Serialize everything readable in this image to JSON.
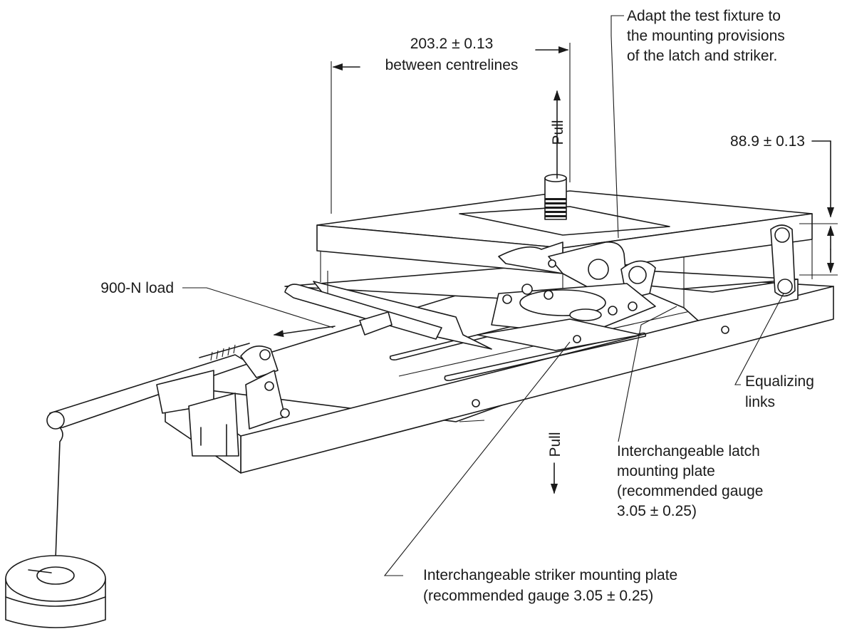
{
  "labels": {
    "dim_between_centrelines_value": "203.2 ± 0.13",
    "dim_between_centrelines_text": "between centrelines",
    "adapt_line1": "Adapt the test fixture to",
    "adapt_line2": "the mounting provisions",
    "adapt_line3": "of the latch and striker.",
    "pull_top": "Pull",
    "pull_bottom": "Pull",
    "dim_height": "88.9 ± 0.13",
    "load": "900-N load",
    "equalizing_line1": "Equalizing",
    "equalizing_line2": "links",
    "latch_plate_line1": "Interchangeable latch",
    "latch_plate_line2": "mounting plate",
    "latch_plate_line3": "(recommended gauge",
    "latch_plate_line4": "3.05 ± 0.25)",
    "striker_plate_line1": "Interchangeable striker mounting plate",
    "striker_plate_line2": "(recommended gauge 3.05 ± 0.25)"
  }
}
